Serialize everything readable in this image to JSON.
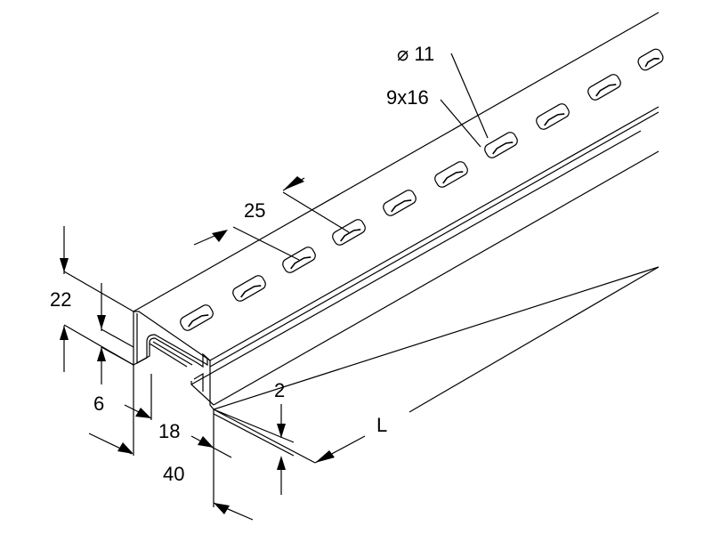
{
  "labels": {
    "hole": "⌀ 11",
    "slot": "9x16",
    "pitch": "25",
    "height": "22",
    "lip": "6",
    "opening": "18",
    "thickness": "2",
    "width": "40",
    "length": "L"
  }
}
